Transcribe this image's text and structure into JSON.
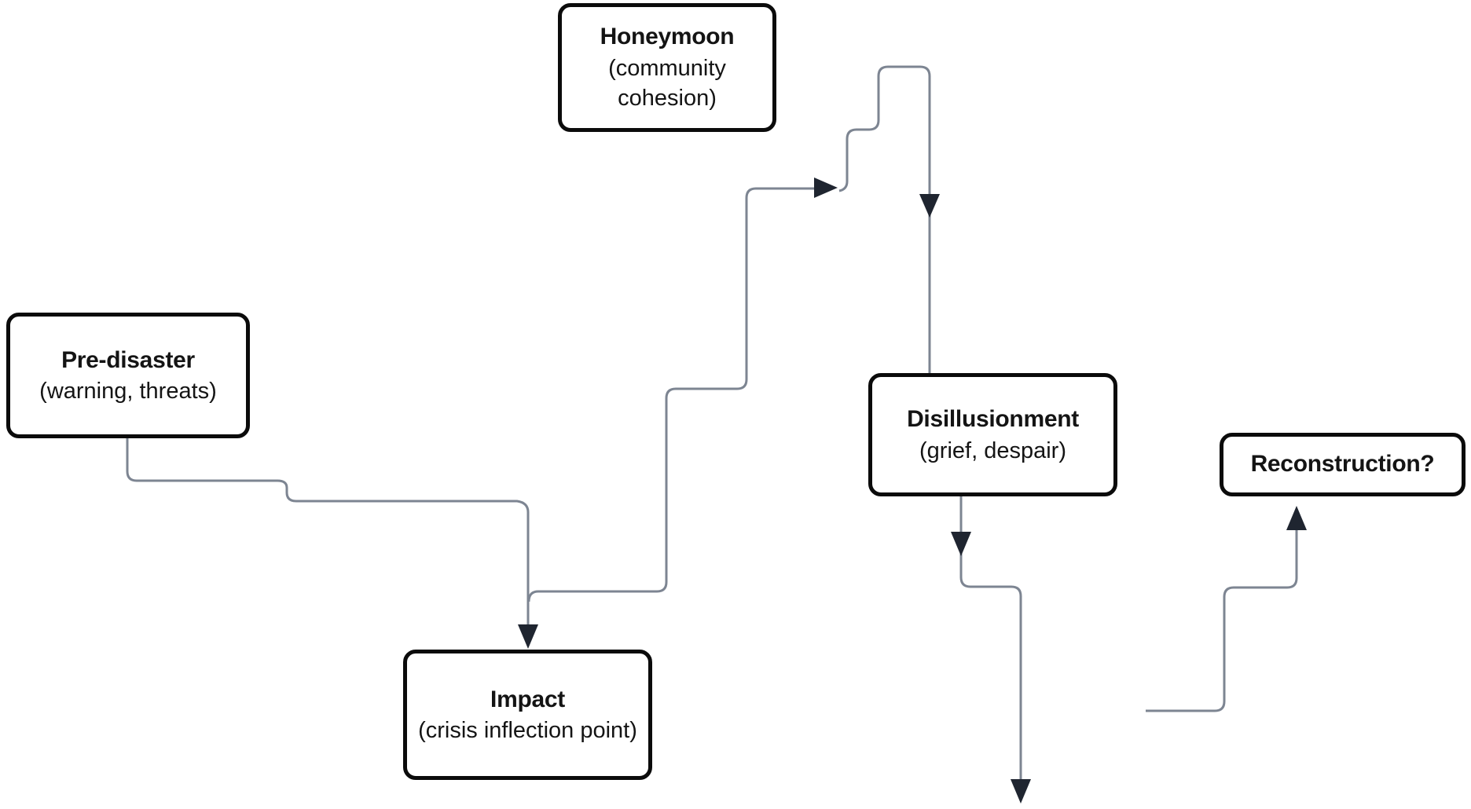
{
  "figure": {
    "title": "Phases of disaster response flow diagram",
    "background": "#ffffff"
  },
  "colors": {
    "line_color": "#7d8592",
    "arrow_color": "#1f2530",
    "box_border_color": "#0b0b0b",
    "box_fill": "#ffffff",
    "text_color": "#141414"
  },
  "nodes": [
    {
      "id": "pre-disaster",
      "title": "Pre-disaster",
      "subtitle": "(warning, threats)"
    },
    {
      "id": "honeymoon",
      "title": "Honeymoon",
      "subtitle": "(community cohesion)"
    },
    {
      "id": "impact",
      "title": "Impact",
      "subtitle": "(crisis inflection point)"
    },
    {
      "id": "disillusionment",
      "title": "Disillusionment",
      "subtitle": "(grief, despair)"
    },
    {
      "id": "reconstruction",
      "title": "Reconstruction?",
      "subtitle": ""
    }
  ],
  "edges": [
    {
      "from": "pre-disaster",
      "to": "impact",
      "shape": "steps-down",
      "arrow": "down"
    },
    {
      "from": "impact",
      "to": "honeymoon-peak",
      "shape": "steps-up",
      "arrow": "right"
    },
    {
      "from": "honeymoon-peak",
      "to": "disillusionment",
      "shape": "peak-then-drop",
      "arrow": "down"
    },
    {
      "from": "disillusionment",
      "to": "continued-decline",
      "shape": "step-down",
      "arrow": "down"
    },
    {
      "from": "recovery-start",
      "to": "reconstruction",
      "shape": "steps-up",
      "arrow": "up"
    }
  ]
}
